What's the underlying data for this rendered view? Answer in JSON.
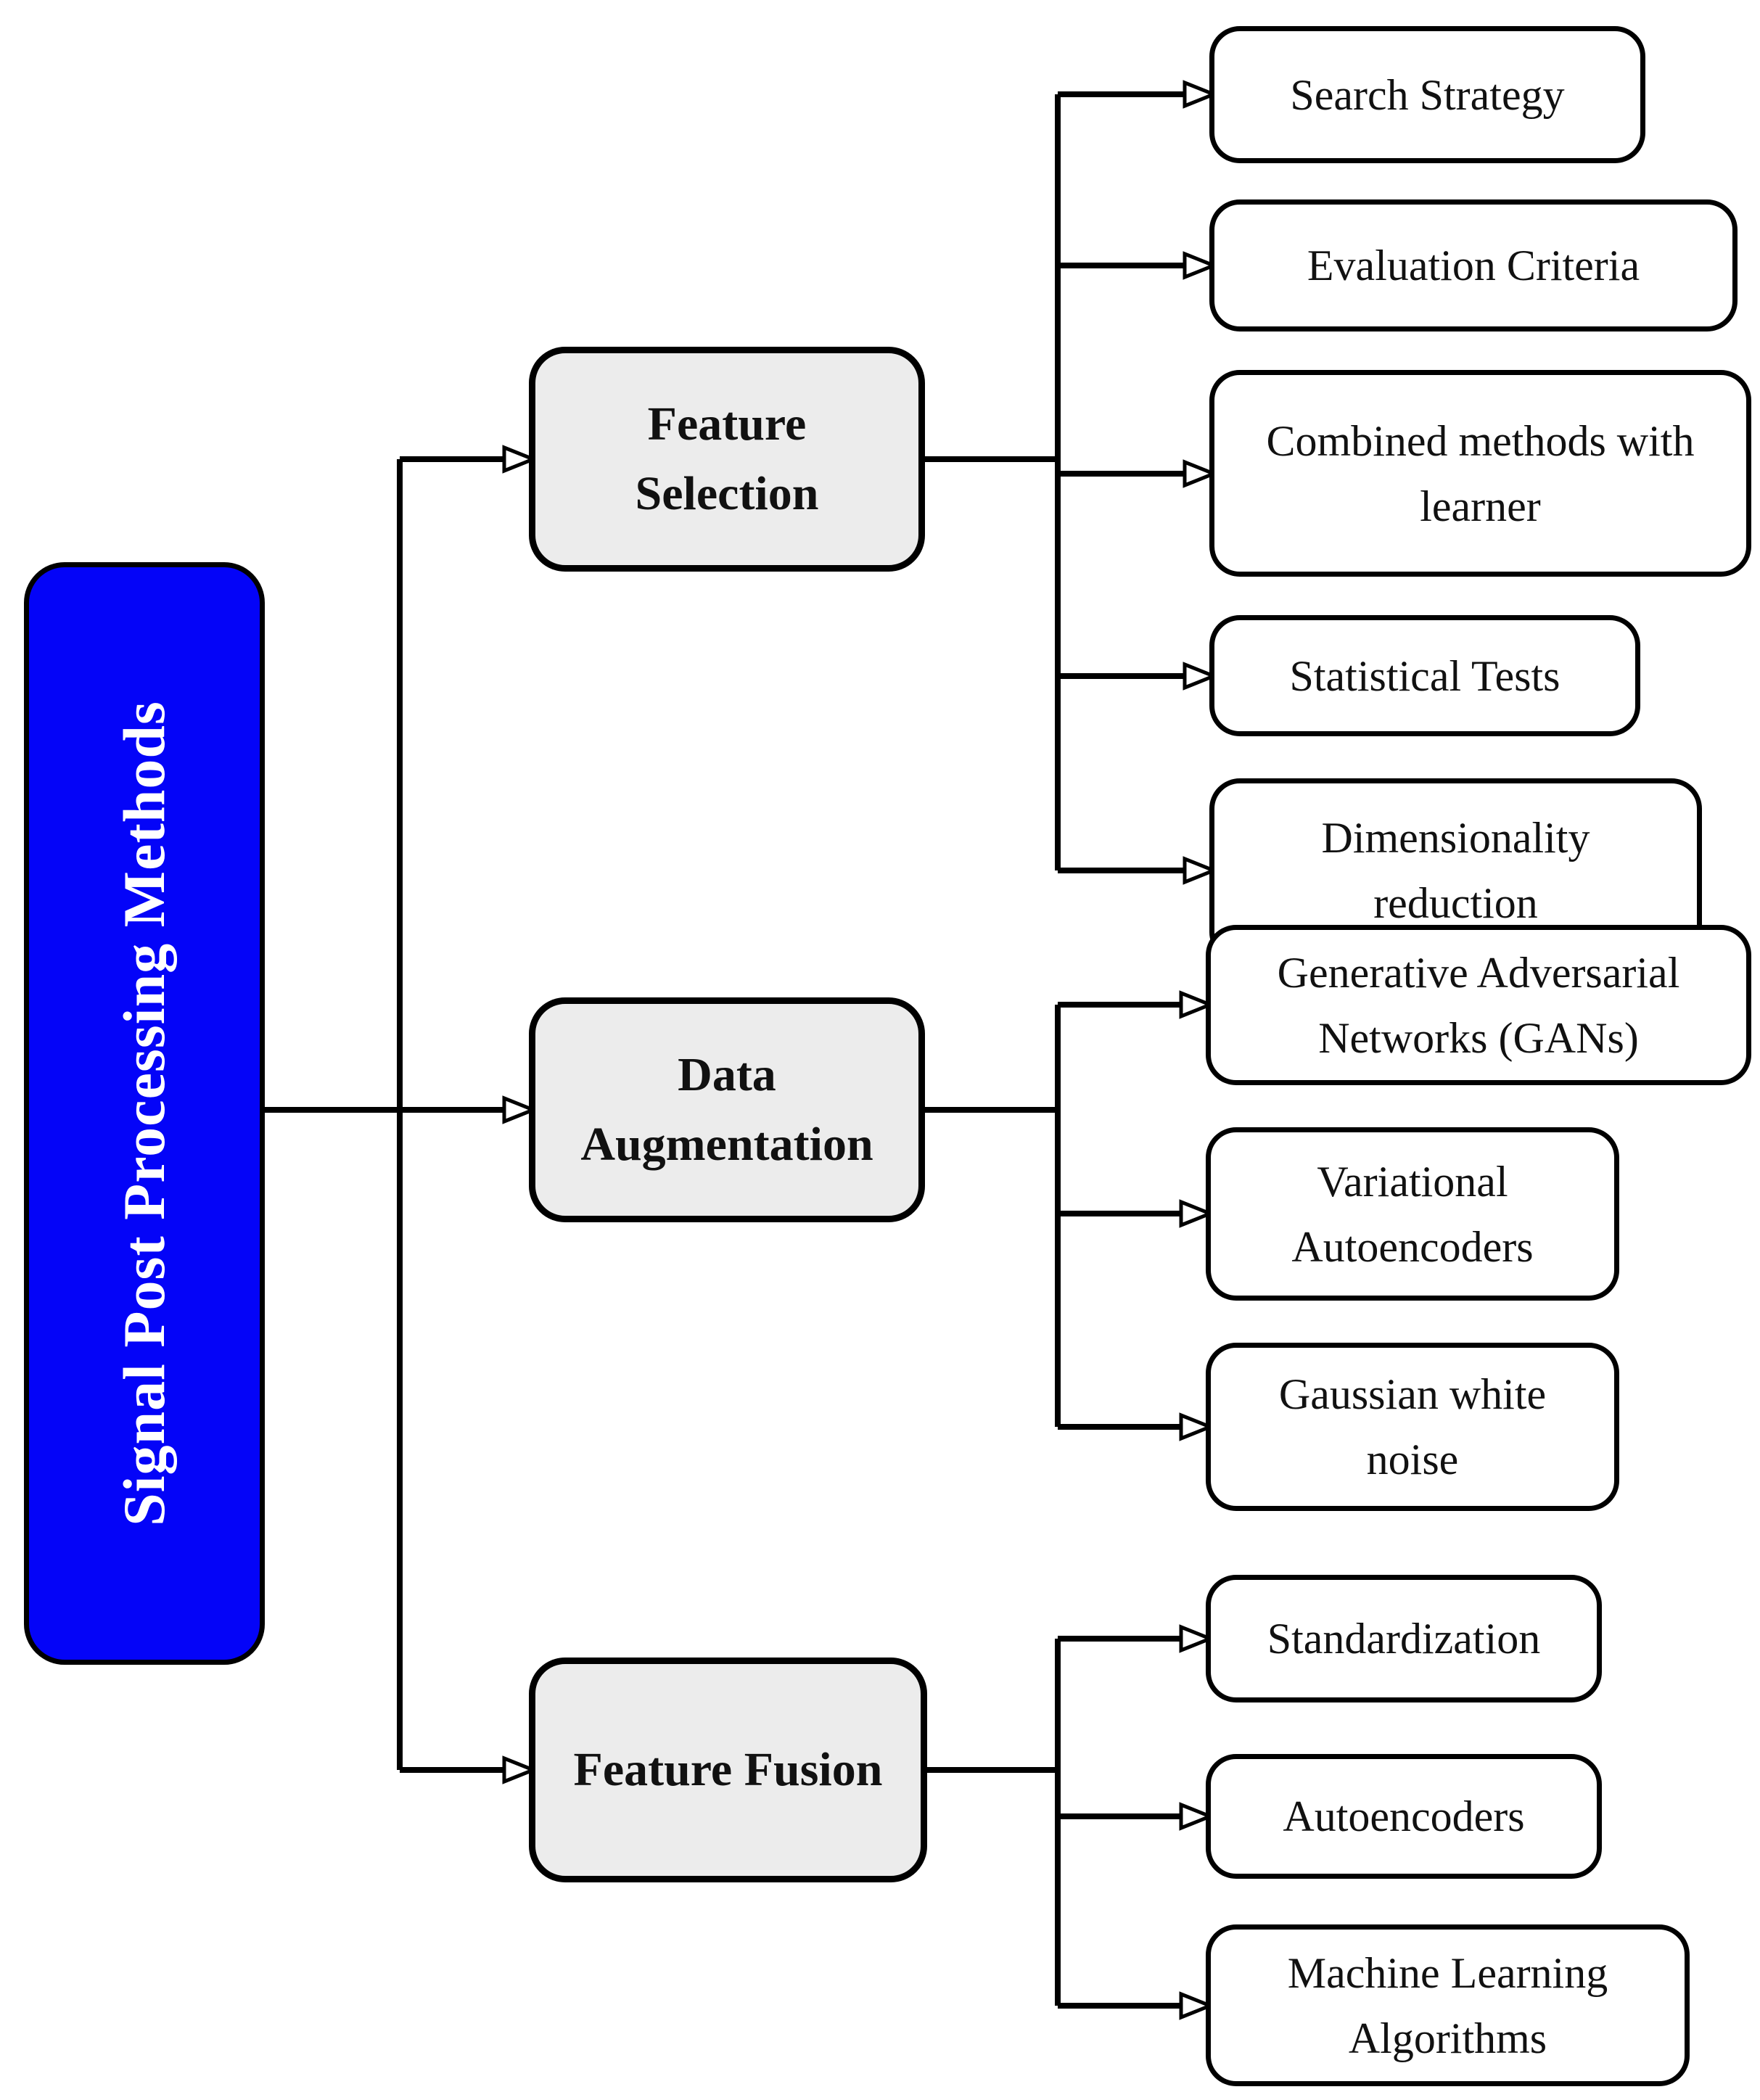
{
  "diagram": {
    "title": "Signal Post Processing Methods flowchart",
    "root": {
      "label": "Signal Post Processing Methods"
    },
    "groups": [
      {
        "label": "Feature\nSelection",
        "children": [
          "Search Strategy",
          "Evaluation Criteria",
          "Combined methods with\nlearner",
          "Statistical Tests",
          "Dimensionality\nreduction"
        ]
      },
      {
        "label": "Data\nAugmentation",
        "children": [
          "Generative Adversarial\nNetworks (GANs)",
          "Variational\nAutoencoders",
          "Gaussian white\nnoise"
        ]
      },
      {
        "label": "Feature Fusion",
        "children": [
          "Standardization",
          "Autoencoders",
          "Machine Learning\nAlgorithms"
        ]
      }
    ],
    "colors": {
      "root-fill": "#0404f8",
      "root-text": "#ffffff",
      "group-fill": "#ececec",
      "leaf-fill": "#ffffff",
      "line": "#000000",
      "text": "#111111"
    }
  }
}
